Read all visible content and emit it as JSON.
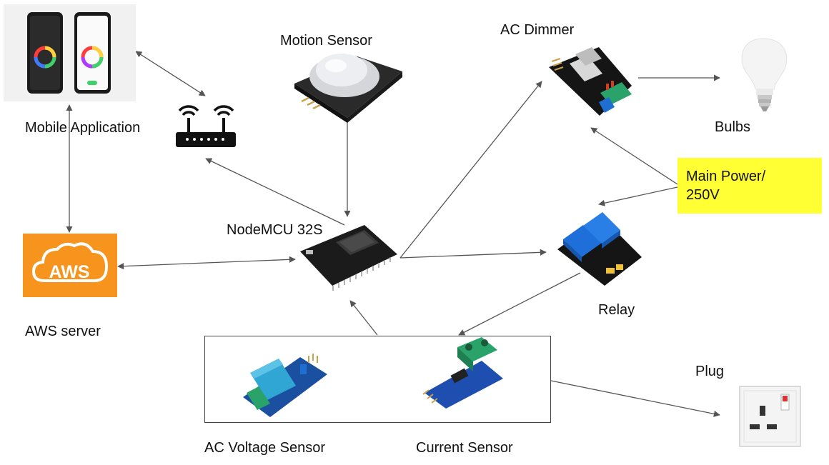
{
  "labels": {
    "mobile_app": "Mobile Application",
    "motion_sensor": "Motion Sensor",
    "ac_dimmer": "AC Dimmer",
    "bulbs": "Bulbs",
    "main_power_line1": "Main Power/",
    "main_power_line2": "250V",
    "nodemcu": "NodeMCU 32S",
    "aws_server": "AWS server",
    "relay": "Relay",
    "plug": "Plug",
    "ac_voltage_sensor": "AC Voltage Sensor",
    "current_sensor": "Current Sensor"
  },
  "aws_logo_text": "AWS",
  "colors": {
    "aws_orange": "#f7941e",
    "power_yellow": "#ffff33",
    "relay_blue": "#1e6fd9",
    "sensor_blue": "#1f88c9",
    "terminal_green": "#2aa36b",
    "board_black": "#1b1b1b",
    "arrow_gray": "#555555"
  },
  "icons": [
    "smartphone-icon",
    "wifi-router-icon",
    "aws-cloud-icon",
    "pir-sensor-icon",
    "esp32-board-icon",
    "ac-dimmer-module-icon",
    "light-bulb-icon",
    "relay-module-icon",
    "voltage-sensor-icon",
    "current-sensor-icon",
    "wall-plug-icon"
  ]
}
